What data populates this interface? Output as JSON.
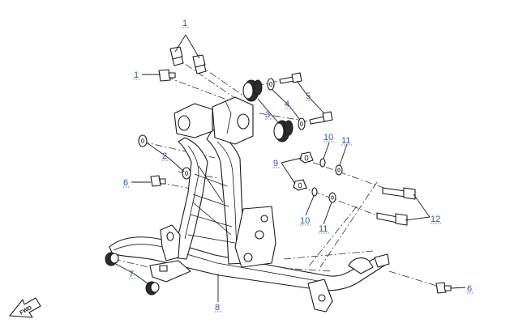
{
  "diagram": {
    "callouts": {
      "c1a": "1",
      "c1b": "1",
      "c2": "2",
      "c3": "3",
      "c4": "4",
      "c5": "5",
      "c6a": "6",
      "c6b": "6",
      "c7": "7",
      "c8": "8",
      "c9": "9",
      "c10a": "10",
      "c10b": "10",
      "c11a": "11",
      "c11b": "11",
      "c12": "12"
    },
    "fwd_label": "FWD",
    "colors": {
      "callout": "#2a5aa8",
      "line": "#1a1a1a"
    }
  }
}
